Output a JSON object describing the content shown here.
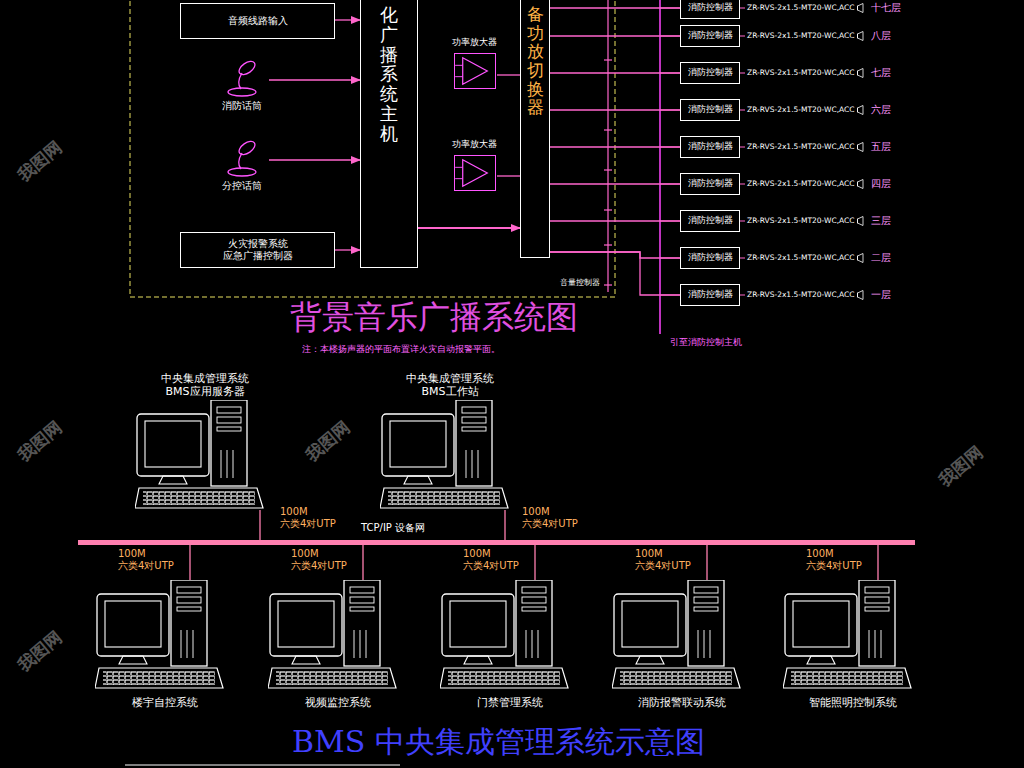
{
  "diagram": {
    "title": "背景音乐广播系统图",
    "caption": "BMS 中央集成管理系统示意图",
    "nodes": [
      {
        "text": [
          "音频线路输入"
        ]
      },
      {
        "text": [
          "消防话筒"
        ]
      },
      {
        "text": [
          "分控话筒"
        ]
      },
      {
        "text": [
          "火灾报警系统 应急广播控制器"
        ]
      },
      {
        "text": [
          "化广播系统主机"
        ]
      },
      {
        "text": [
          "功率放大器"
        ]
      },
      {
        "text": [
          "功率放大器"
        ]
      },
      {
        "text": [
          "备功放切换器"
        ]
      },
      {
        "text": [
          "消防控制器"
        ]
      },
      {
        "text": [
          "消防控制器"
        ]
      },
      {
        "text": [
          "消防控制器"
        ]
      },
      {
        "text": [
          "消防控制器"
        ]
      },
      {
        "text": [
          "消防控制器"
        ]
      },
      {
        "text": [
          "消防控制器"
        ]
      },
      {
        "text": [
          "消防控制器"
        ]
      },
      {
        "text": [
          "消防控制器"
        ]
      },
      {
        "text": [
          "消防控制器"
        ]
      },
      {
        "text": [
          "中央集成管理系统 BMS应用服务器"
        ]
      },
      {
        "text": [
          "中央集成管理系统 BMS工作站"
        ]
      },
      {
        "text": [
          "TCP/IP 设备网"
        ]
      },
      {
        "text": [
          "楼宇自控系统"
        ]
      },
      {
        "text": [
          "视频监控系统"
        ]
      },
      {
        "text": [
          "门禁管理系统"
        ]
      },
      {
        "text": [
          "消防报警联动系统"
        ]
      },
      {
        "text": [
          "智能照明控制系统"
        ]
      }
    ],
    "edges": [
      {
        "from": 0,
        "to": 4,
        "arrow": "to"
      },
      {
        "from": 1,
        "to": 4,
        "arrow": "to"
      },
      {
        "from": 2,
        "to": 4,
        "arrow": "to"
      },
      {
        "from": 3,
        "to": 4,
        "arrow": "to"
      },
      {
        "from": 4,
        "to": 7,
        "arrow": "to"
      },
      {
        "from": 5,
        "to": 7,
        "arrow": "none"
      },
      {
        "from": 6,
        "to": 7,
        "arrow": "none"
      },
      {
        "from": 7,
        "to": 8,
        "arrow": "none"
      },
      {
        "from": 7,
        "to": 9,
        "arrow": "none"
      },
      {
        "from": 7,
        "to": 10,
        "arrow": "none"
      },
      {
        "from": 7,
        "to": 11,
        "arrow": "none"
      },
      {
        "from": 7,
        "to": 12,
        "arrow": "none"
      },
      {
        "from": 7,
        "to": 13,
        "arrow": "none"
      },
      {
        "from": 7,
        "to": 14,
        "arrow": "none"
      },
      {
        "from": 7,
        "to": 15,
        "arrow": "none"
      },
      {
        "from": 7,
        "to": 16,
        "arrow": "none"
      },
      {
        "from": 17,
        "to": 19,
        "label": "100M 六类4对UTP",
        "arrow": "none"
      },
      {
        "from": 18,
        "to": 19,
        "label": "100M 六类4对UTP",
        "arrow": "none"
      },
      {
        "from": 19,
        "to": 20,
        "label": "100M 六类4对UTP",
        "arrow": "none"
      },
      {
        "from": 19,
        "to": 21,
        "label": "100M 六类4对UTP",
        "arrow": "none"
      },
      {
        "from": 19,
        "to": 22,
        "label": "100M 六类4对UTP",
        "arrow": "none"
      },
      {
        "from": 19,
        "to": 23,
        "label": "100M 六类4对UTP",
        "arrow": "none"
      },
      {
        "from": 19,
        "to": 24,
        "label": "100M 六类4对UTP",
        "arrow": "none"
      }
    ],
    "labels": [
      "ZR-RVS-2x1.5-MT20-WC,ACC",
      "十七层",
      "ZR-RVS-2x1.5-MT20-WC,ACC",
      "八层",
      "ZR-RVS-2x1.5-MT20-WC,ACC",
      "七层",
      "ZR-RVS-2x1.5-MT20-WC,ACC",
      "六层",
      "ZR-RVS-2x1.5-MT20-WC,ACC",
      "五层",
      "ZR-RVS-2x1.5-MT20-WC,ACC",
      "四层",
      "ZR-RVS-2x1.5-MT20-WC,ACC",
      "三层",
      "ZR-RVS-2x1.5-MT20-WC,ACC",
      "二层",
      "ZR-RVS-2x1.5-MT20-WC,ACC",
      "一层",
      "音量控制器",
      "引至消防控制主机",
      "注：本楼扬声器的平面布置详火灾自动报警平面。",
      "我图网",
      "我图网",
      "我图网",
      "我图网",
      "我图网"
    ]
  }
}
